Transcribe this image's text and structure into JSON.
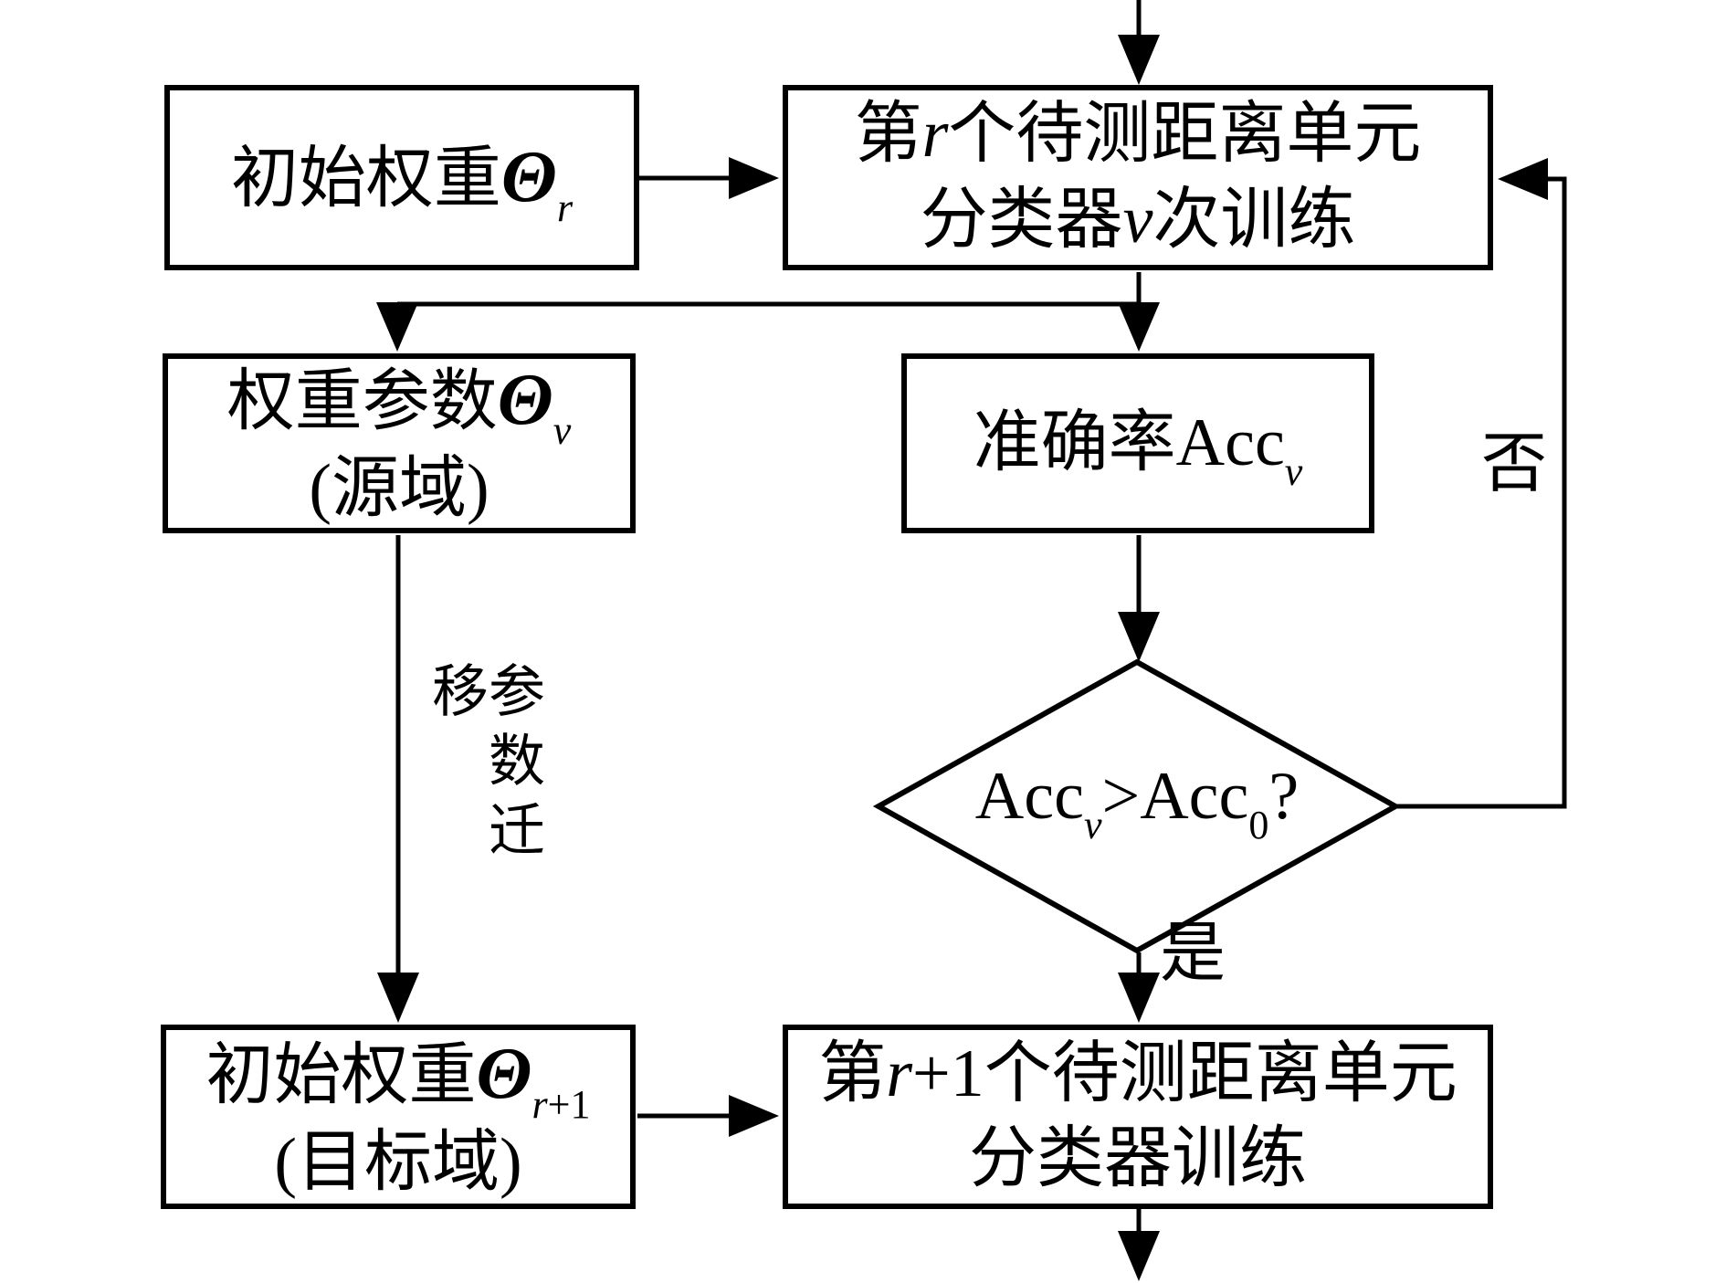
{
  "flowchart": {
    "background_color": "#ffffff",
    "line_color": "#000000",
    "nodes": {
      "initial_weight": {
        "prefix": "初始权重",
        "theta": "Θ",
        "sub": "r"
      },
      "train_v": {
        "l1_pre": "第",
        "l1_var": "r",
        "l1_post": "个待测距离单元",
        "l2_pre": "分类器",
        "l2_var": "v",
        "l2_post": "次训练"
      },
      "weight_params": {
        "prefix": "权重参数",
        "theta": "Θ",
        "sub": "v",
        "line2": "(源域)"
      },
      "accuracy": {
        "prefix": "准确率",
        "acc": "Acc",
        "sub": "v"
      },
      "decision": {
        "acc_left": "Acc",
        "sub_left": "v",
        "op": ">",
        "acc_right": "Acc",
        "sub_right": "0",
        "question_mark": "?"
      },
      "initial_weight_next": {
        "prefix": "初始权重",
        "theta": "Θ",
        "sub_var": "r",
        "sub_plus": "+1",
        "line2": "(目标域)"
      },
      "train_next": {
        "l1_pre": "第",
        "l1_var": "r",
        "l1_plus": "+1",
        "l1_post": "个待测距离单元",
        "l2": "分类器训练"
      }
    },
    "labels": {
      "no": "否",
      "yes": "是",
      "param_transfer": "参数迁移"
    }
  }
}
